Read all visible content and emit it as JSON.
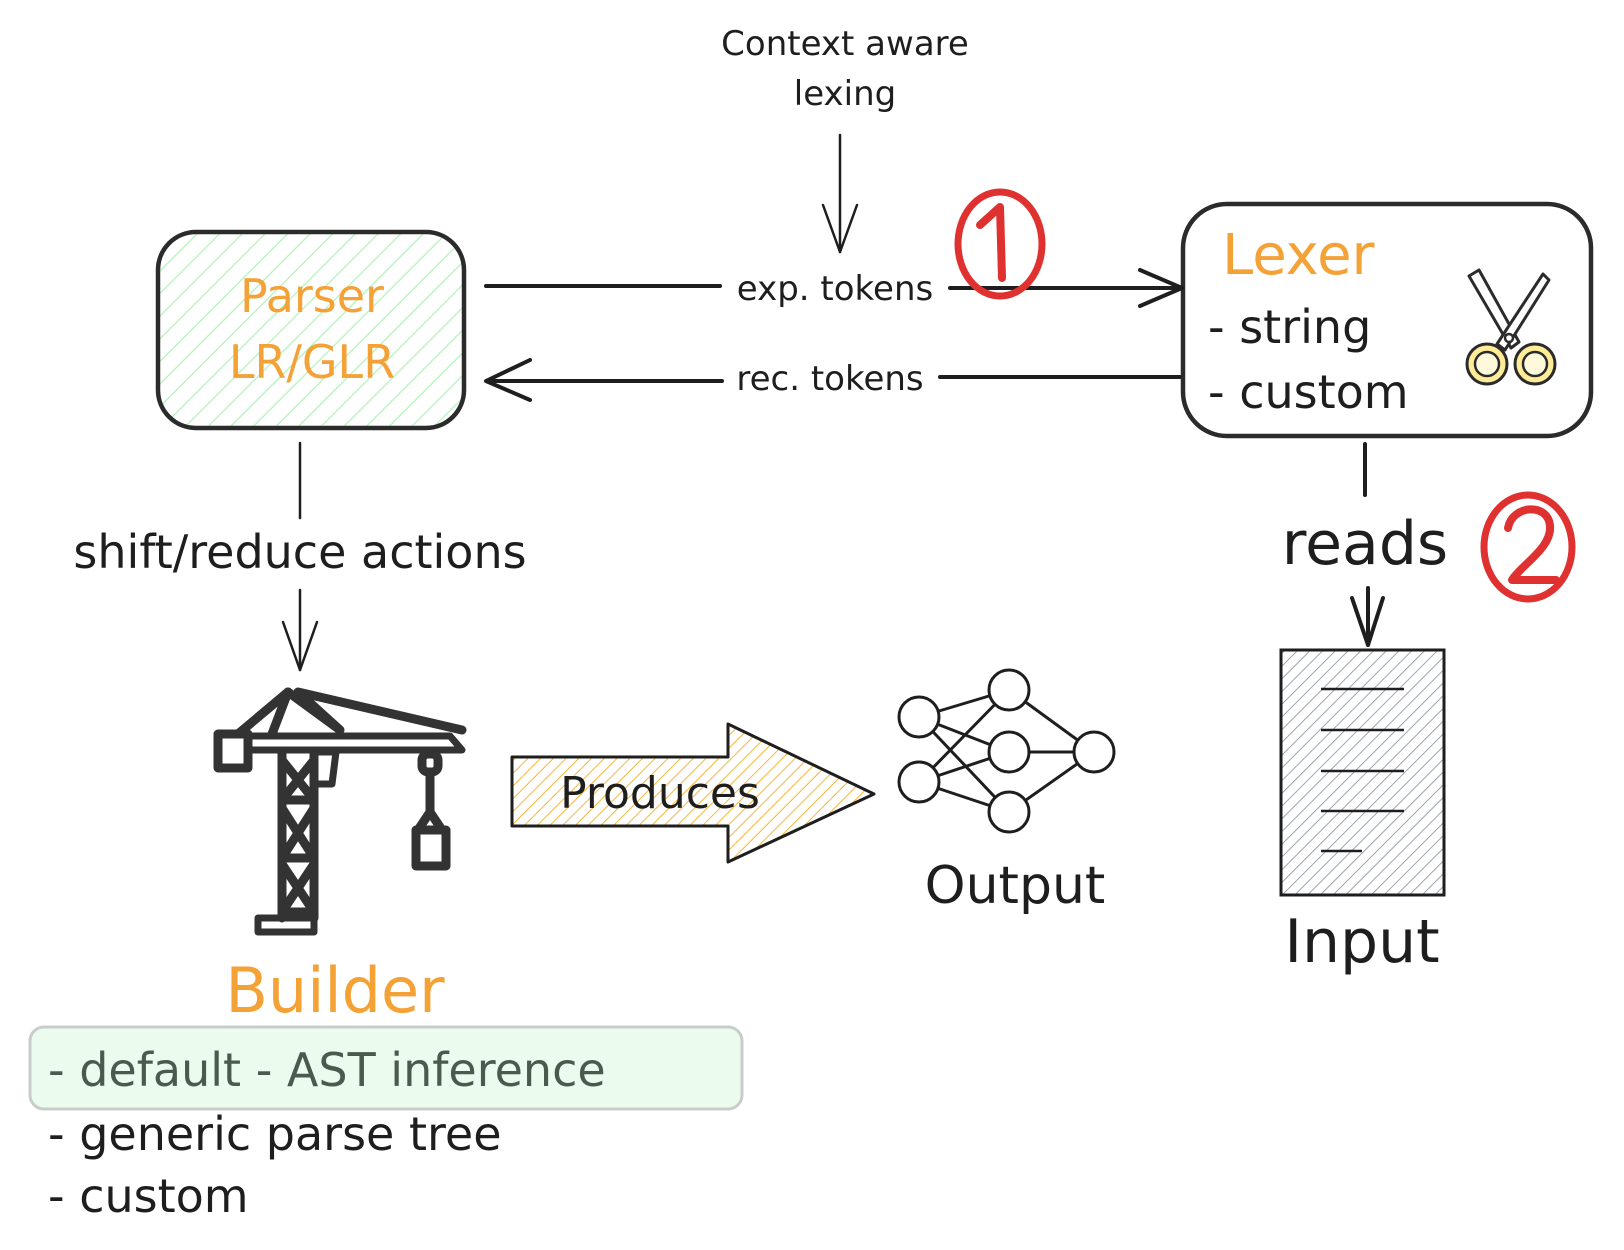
{
  "diagram": {
    "context_note": {
      "line1": "Context aware",
      "line2": "lexing"
    },
    "parser": {
      "title": "Parser",
      "subtitle": "LR/GLR",
      "fill_color": "#b2f2bb",
      "text_color": "#f4a136"
    },
    "lexer": {
      "title": "Lexer",
      "items": [
        "- string",
        "- custom"
      ],
      "text_color": "#f4a136",
      "icon": "scissors-icon"
    },
    "arrows": {
      "expected_tokens": "exp. tokens",
      "received_tokens": "rec. tokens",
      "shift_reduce": "shift/reduce actions",
      "reads": "reads",
      "produces": "Produces"
    },
    "markers": {
      "step1": "1",
      "step2": "2",
      "color": "#e03131"
    },
    "builder": {
      "title": "Builder",
      "icon": "crane-icon",
      "items": [
        "- default - AST inference",
        "- generic parse tree",
        "- custom"
      ],
      "highlight_item_index": 0,
      "highlight_color": "#ebfbee"
    },
    "output": {
      "label": "Output",
      "icon": "neural-network-icon"
    },
    "input": {
      "label": "Input",
      "icon": "document-icon"
    }
  }
}
